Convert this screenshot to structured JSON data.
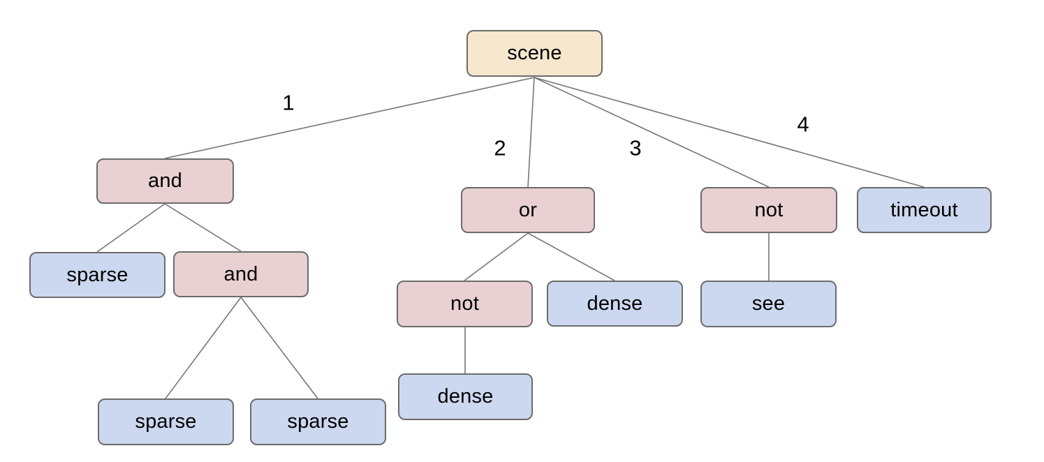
{
  "diagram": {
    "type": "tree",
    "colors": {
      "root_fill": "#f6e7cd",
      "operator_fill": "#e9d0d2",
      "leaf_fill": "#ccd8ef",
      "node_border": "#6b6b6b",
      "edge_stroke": "#757575",
      "text": "#000000",
      "background": "#ffffff"
    },
    "nodes": [
      {
        "id": "scene",
        "label": "scene",
        "kind": "root"
      },
      {
        "id": "and-1",
        "label": "and",
        "kind": "operator"
      },
      {
        "id": "or-1",
        "label": "or",
        "kind": "operator"
      },
      {
        "id": "not-1",
        "label": "not",
        "kind": "operator"
      },
      {
        "id": "timeout",
        "label": "timeout",
        "kind": "leaf"
      },
      {
        "id": "sparse-1",
        "label": "sparse",
        "kind": "leaf"
      },
      {
        "id": "and-2",
        "label": "and",
        "kind": "operator"
      },
      {
        "id": "not-2",
        "label": "not",
        "kind": "operator"
      },
      {
        "id": "dense-1",
        "label": "dense",
        "kind": "leaf"
      },
      {
        "id": "see",
        "label": "see",
        "kind": "leaf"
      },
      {
        "id": "sparse-2",
        "label": "sparse",
        "kind": "leaf"
      },
      {
        "id": "sparse-3",
        "label": "sparse",
        "kind": "leaf"
      },
      {
        "id": "dense-2",
        "label": "dense",
        "kind": "leaf"
      }
    ],
    "edge_labels": [
      "1",
      "2",
      "3",
      "4"
    ],
    "tree": {
      "label": "scene",
      "children": [
        {
          "edge": "1",
          "label": "and",
          "children": [
            {
              "label": "sparse"
            },
            {
              "label": "and",
              "children": [
                {
                  "label": "sparse"
                },
                {
                  "label": "sparse"
                }
              ]
            }
          ]
        },
        {
          "edge": "2",
          "label": "or",
          "children": [
            {
              "label": "not",
              "children": [
                {
                  "label": "dense"
                }
              ]
            },
            {
              "label": "dense"
            }
          ]
        },
        {
          "edge": "3",
          "label": "not",
          "children": [
            {
              "label": "see"
            }
          ]
        },
        {
          "edge": "4",
          "label": "timeout"
        }
      ]
    }
  }
}
